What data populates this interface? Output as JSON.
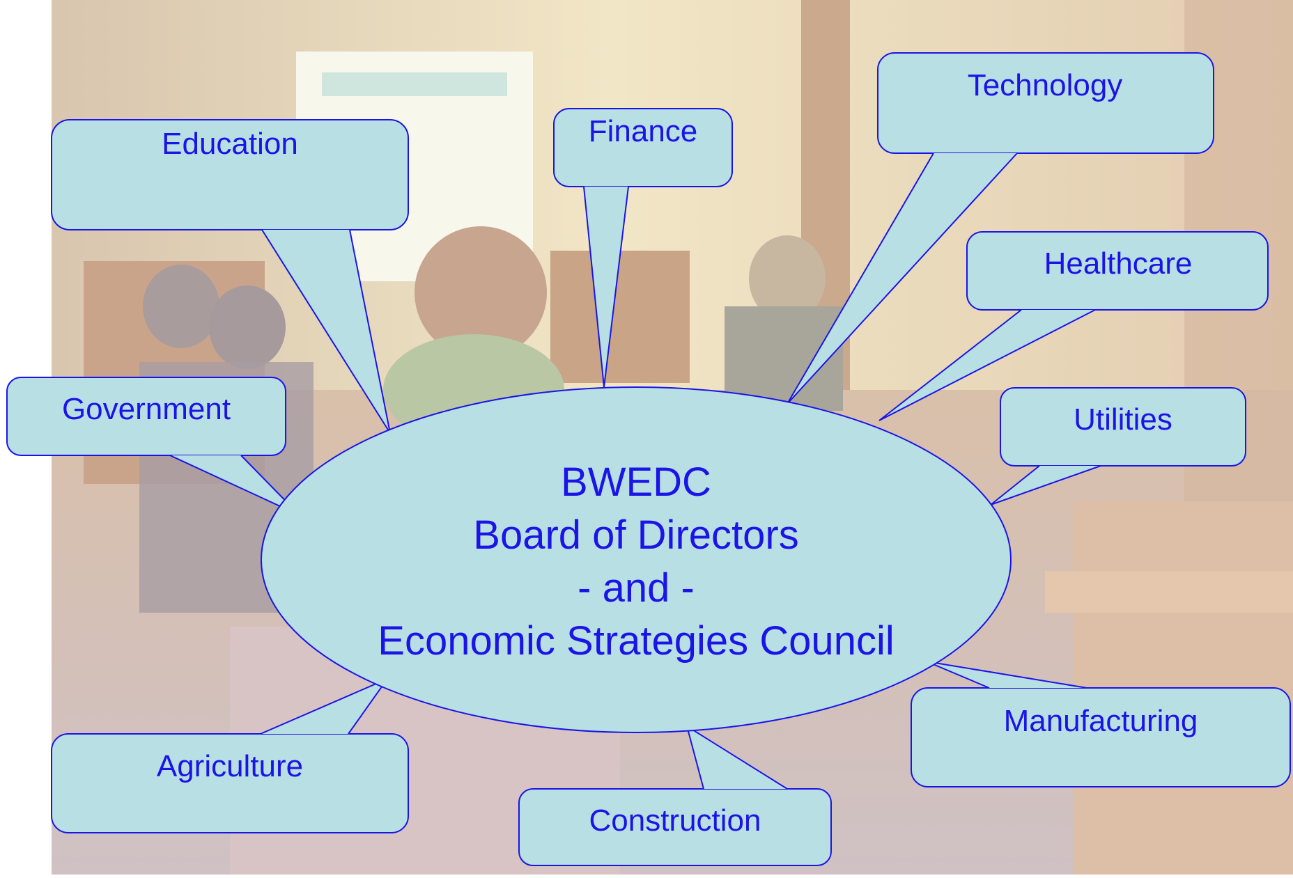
{
  "center": {
    "lines": [
      "BWEDC",
      "Board of Directors",
      "- and -",
      "Economic Strategies Council"
    ]
  },
  "sectors": [
    {
      "id": "education",
      "label": "Education"
    },
    {
      "id": "finance",
      "label": "Finance"
    },
    {
      "id": "technology",
      "label": "Technology"
    },
    {
      "id": "healthcare",
      "label": "Healthcare"
    },
    {
      "id": "government",
      "label": "Government"
    },
    {
      "id": "utilities",
      "label": "Utilities"
    },
    {
      "id": "manufacturing",
      "label": "Manufacturing"
    },
    {
      "id": "agriculture",
      "label": "Agriculture"
    },
    {
      "id": "construction",
      "label": "Construction"
    }
  ],
  "colors": {
    "callout_fill": "#b8dfe4",
    "callout_stroke": "#1b14e6",
    "text": "#1b14e6",
    "photo_tint": "#e3cdb3"
  }
}
